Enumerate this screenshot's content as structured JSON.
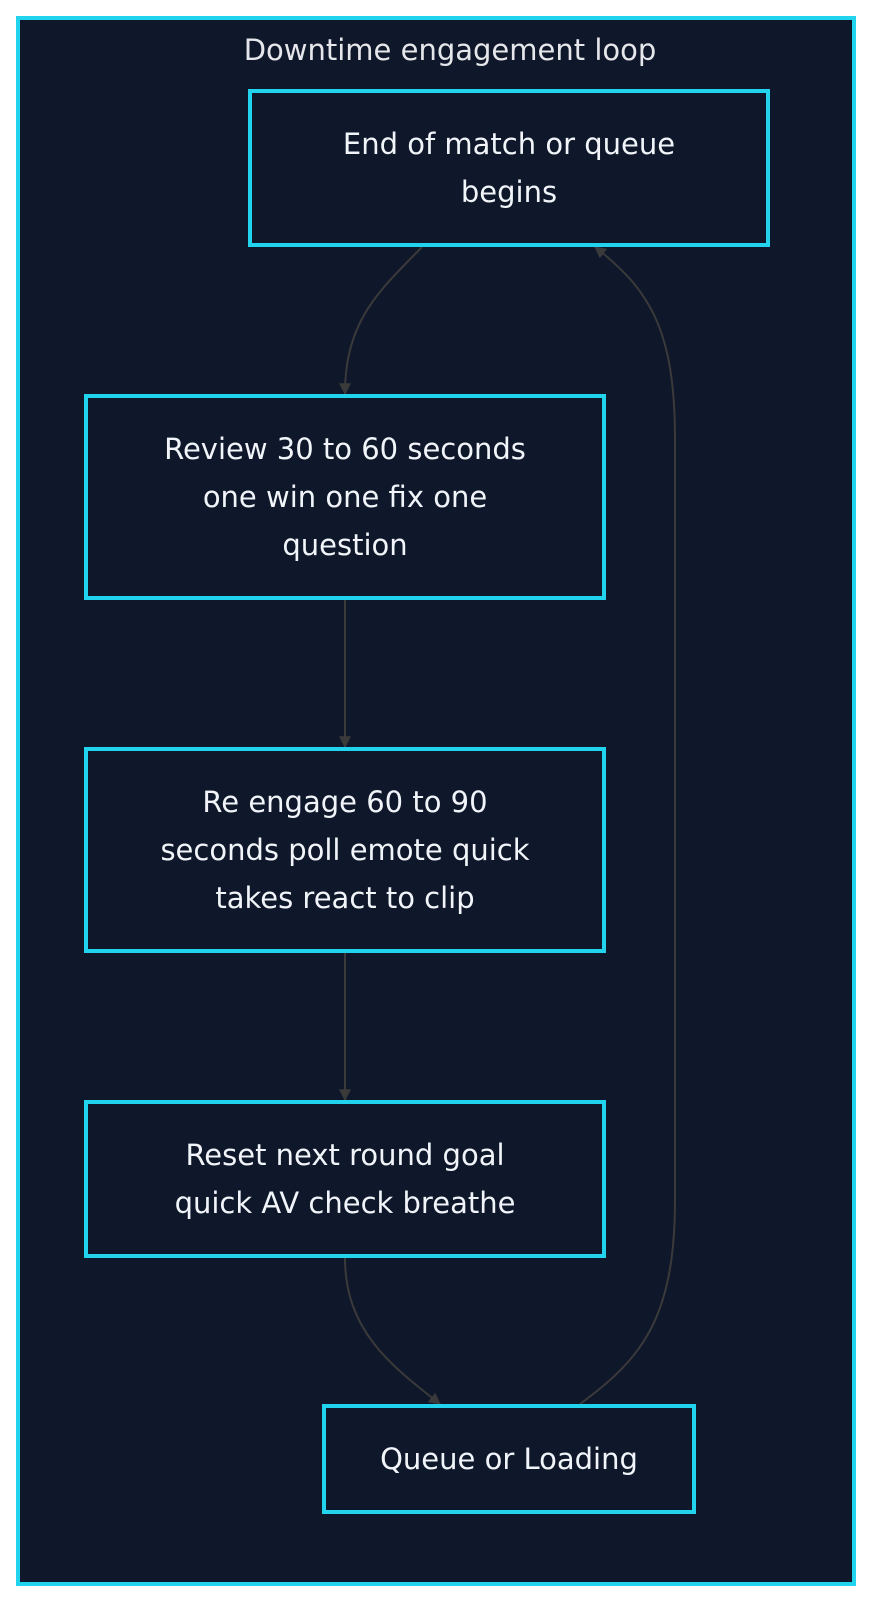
{
  "diagram": {
    "title": "Downtime engagement loop",
    "nodes": [
      {
        "id": "n1",
        "label": "End of match or queue begins"
      },
      {
        "id": "n2",
        "label": "Review 30 to 60 seconds one win one fix one question"
      },
      {
        "id": "n3",
        "label": "Re engage 60 to 90 seconds poll emote quick takes react to clip"
      },
      {
        "id": "n4",
        "label": "Reset next round goal quick AV check breathe"
      },
      {
        "id": "n5",
        "label": "Queue or Loading"
      }
    ],
    "edges": [
      {
        "from": "n1",
        "to": "n2"
      },
      {
        "from": "n2",
        "to": "n3"
      },
      {
        "from": "n3",
        "to": "n4"
      },
      {
        "from": "n4",
        "to": "n5"
      },
      {
        "from": "n5",
        "to": "n1"
      }
    ],
    "colors": {
      "background": "#0f172a",
      "border": "#22d3ee",
      "text": "#f1f5f9",
      "edge": "#3a3a3a"
    }
  }
}
